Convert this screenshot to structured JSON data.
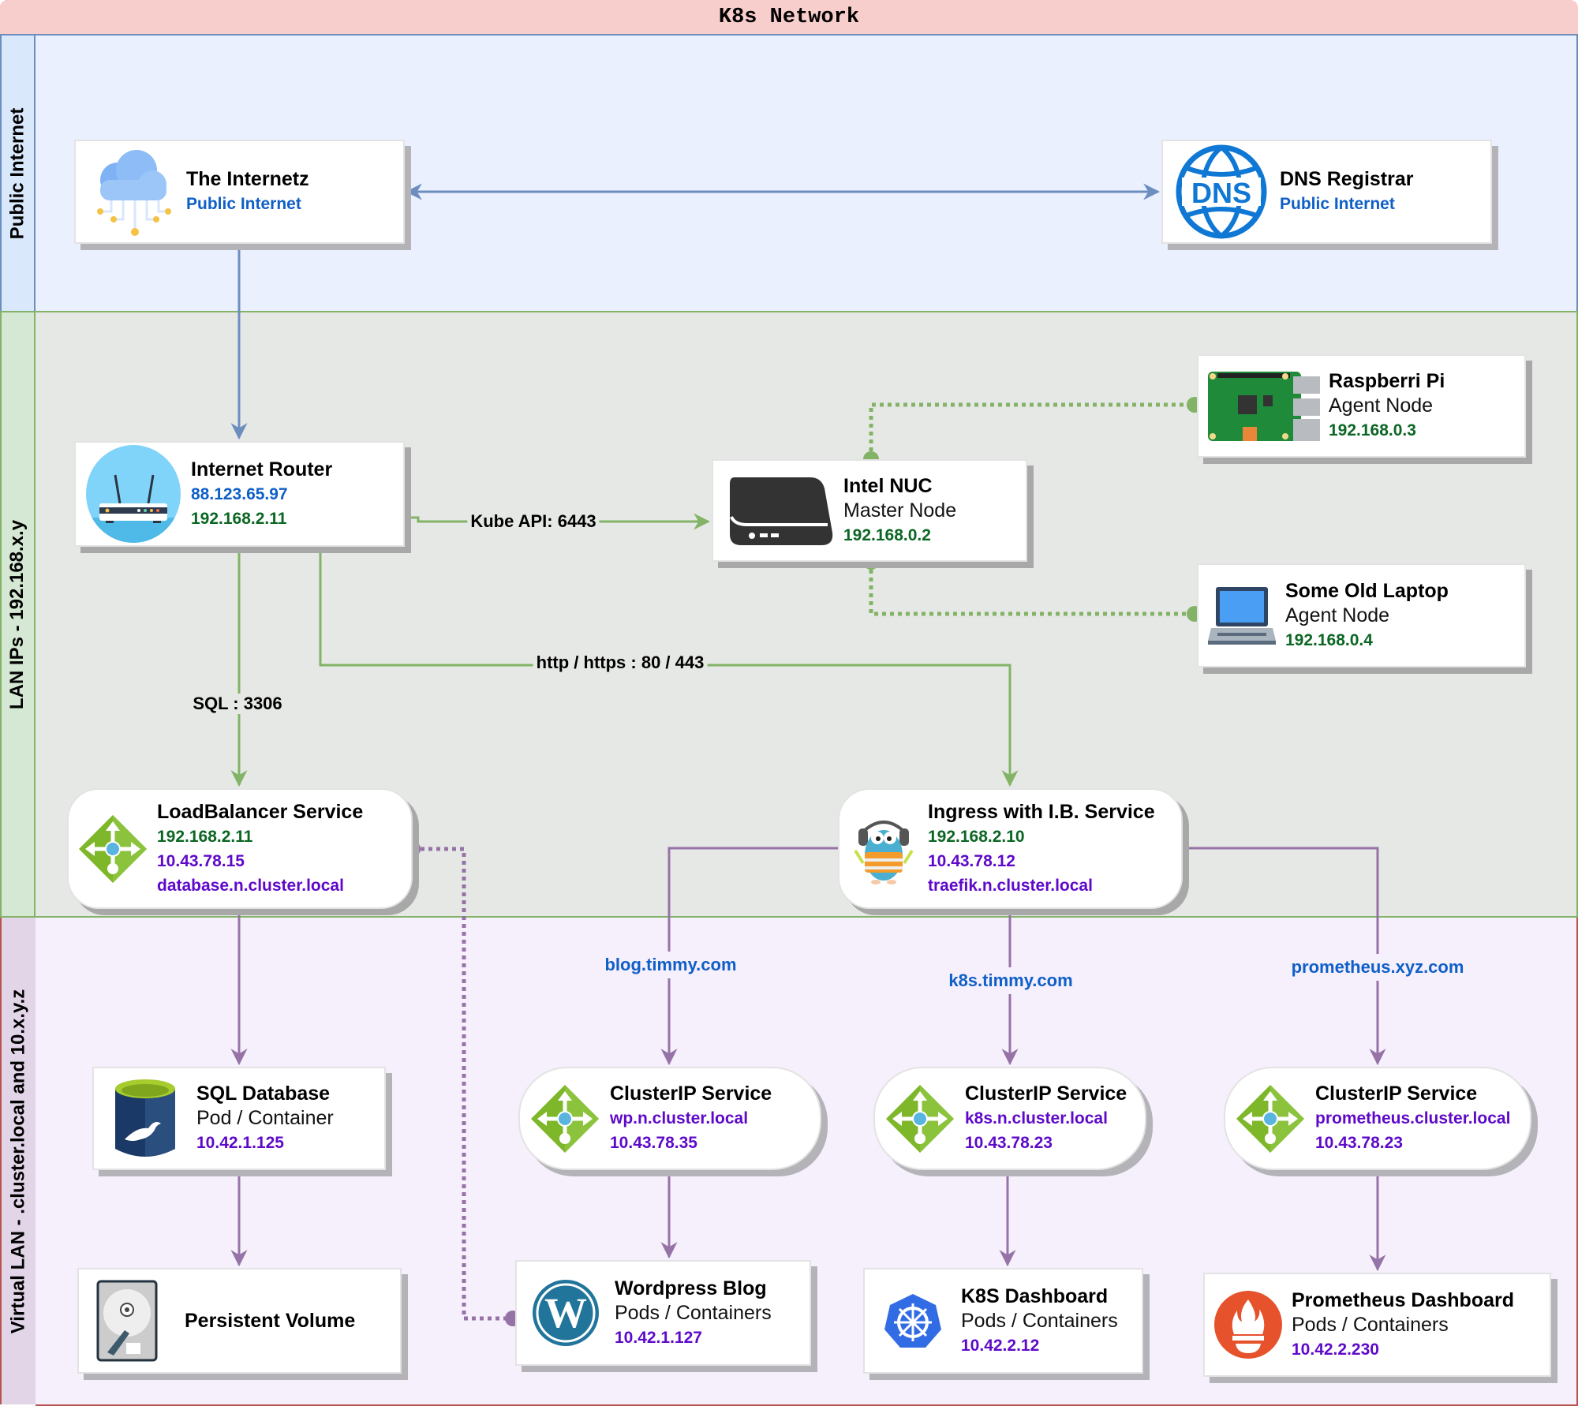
{
  "diagram": {
    "title": "K8s Network",
    "lanes": [
      {
        "id": "public",
        "label": "Public Internet"
      },
      {
        "id": "lan",
        "label": "LAN IPs - 192.168.x.y"
      },
      {
        "id": "virtual",
        "label": "Virtual LAN - .cluster.local and 10.x.y.z"
      }
    ],
    "colors": {
      "public_link": "#6c8ebf",
      "lan_link": "#82b366",
      "virtual_link": "#9673a6",
      "public_ip_text": "#0f5fc8",
      "lan_ip_text": "#0b6623",
      "cluster_ip_text": "#5e09c9"
    },
    "nodes": {
      "internetz": {
        "title": "The Internetz",
        "lines": [
          "Public Internet"
        ],
        "icon": "cloud-icon"
      },
      "dns": {
        "title": "DNS Registrar",
        "lines": [
          "Public Internet"
        ],
        "icon": "dns-globe-icon"
      },
      "router": {
        "title": "Internet Router",
        "public_ip": "88.123.65.97",
        "lan_ip": "192.168.2.11",
        "icon": "router-icon"
      },
      "nuc": {
        "title": "Intel NUC",
        "role": "Master Node",
        "lan_ip": "192.168.0.2",
        "icon": "mini-pc-icon"
      },
      "raspberry": {
        "title": "Raspberri Pi",
        "role": "Agent Node",
        "lan_ip": "192.168.0.3",
        "icon": "raspberry-pi-board-icon"
      },
      "laptop": {
        "title": "Some Old Laptop",
        "role": "Agent Node",
        "lan_ip": "192.168.0.4",
        "icon": "laptop-icon"
      },
      "loadbalancer": {
        "title": "LoadBalancer Service",
        "lan_ip": "192.168.2.11",
        "cluster_ip": "10.43.78.15",
        "dns": "database.n.cluster.local",
        "icon": "load-balancer-icon"
      },
      "ingress": {
        "title": "Ingress with I.B. Service",
        "lan_ip": "192.168.2.10",
        "cluster_ip": "10.43.78.12",
        "dns": "traefik.n.cluster.local",
        "icon": "traefik-gopher-icon"
      },
      "sqldb": {
        "title": "SQL Database",
        "role": "Pod / Container",
        "pod_ip": "10.42.1.125",
        "icon": "mariadb-database-icon"
      },
      "cip_wp": {
        "title": "ClusterIP Service",
        "dns": "wp.n.cluster.local",
        "cluster_ip": "10.43.78.35",
        "icon": "load-balancer-icon"
      },
      "cip_k8s": {
        "title": "ClusterIP Service",
        "dns": "k8s.n.cluster.local",
        "cluster_ip": "10.43.78.23",
        "icon": "load-balancer-icon"
      },
      "cip_prom": {
        "title": "ClusterIP Service",
        "dns": "prometheus.cluster.local",
        "cluster_ip": "10.43.78.23",
        "icon": "load-balancer-icon"
      },
      "pv": {
        "title": "Persistent Volume",
        "icon": "hard-drive-icon"
      },
      "wordpress": {
        "title": "Wordpress Blog",
        "role": "Pods / Containers",
        "pod_ip": "10.42.1.127",
        "icon": "wordpress-icon"
      },
      "k8sdash": {
        "title": "K8S Dashboard",
        "role": "Pods / Containers",
        "pod_ip": "10.42.2.12",
        "icon": "kubernetes-icon"
      },
      "promdash": {
        "title": "Prometheus Dashboard",
        "role": "Pods / Containers",
        "pod_ip": "10.42.2.230",
        "icon": "prometheus-icon"
      }
    },
    "edge_labels": {
      "kube_api": "Kube API: 6443",
      "http": "http / https : 80 / 443",
      "sql": "SQL : 3306"
    },
    "hosts": {
      "blog": "blog.timmy.com",
      "k8s": "k8s.timmy.com",
      "prometheus": "prometheus.xyz.com"
    }
  }
}
